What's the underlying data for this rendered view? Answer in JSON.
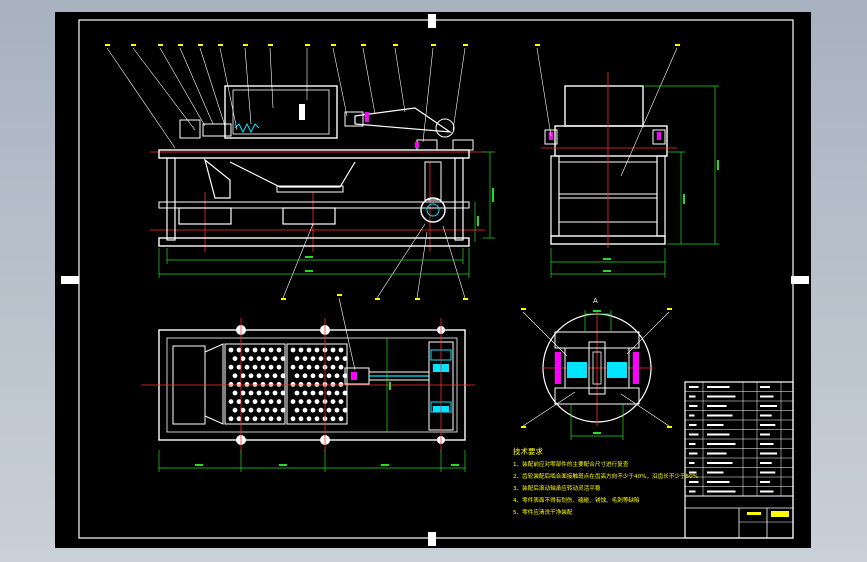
{
  "technical_requirements": {
    "heading": "技术要求",
    "items": [
      "1、装配前应对零部件的主要配合尺寸进行复查",
      "2、齿轮装配后啮合面接触斑点在齿高方向不少于40%，沿齿长不少于50%",
      "3、装配后滚动轴承应转动灵活平稳",
      "4、零件表面不得有划伤、磕碰、锈蚀、毛刺等缺陷",
      "5、零件应清洗干净装配"
    ]
  },
  "section_marker": "A",
  "colors": {
    "background": "#000000",
    "outline": "#ffffff",
    "centerline": "#ff2a2a",
    "dimension": "#22dd22",
    "detail": "#00e5ff",
    "highlight": "#ff00ff",
    "text": "#ffff00"
  }
}
